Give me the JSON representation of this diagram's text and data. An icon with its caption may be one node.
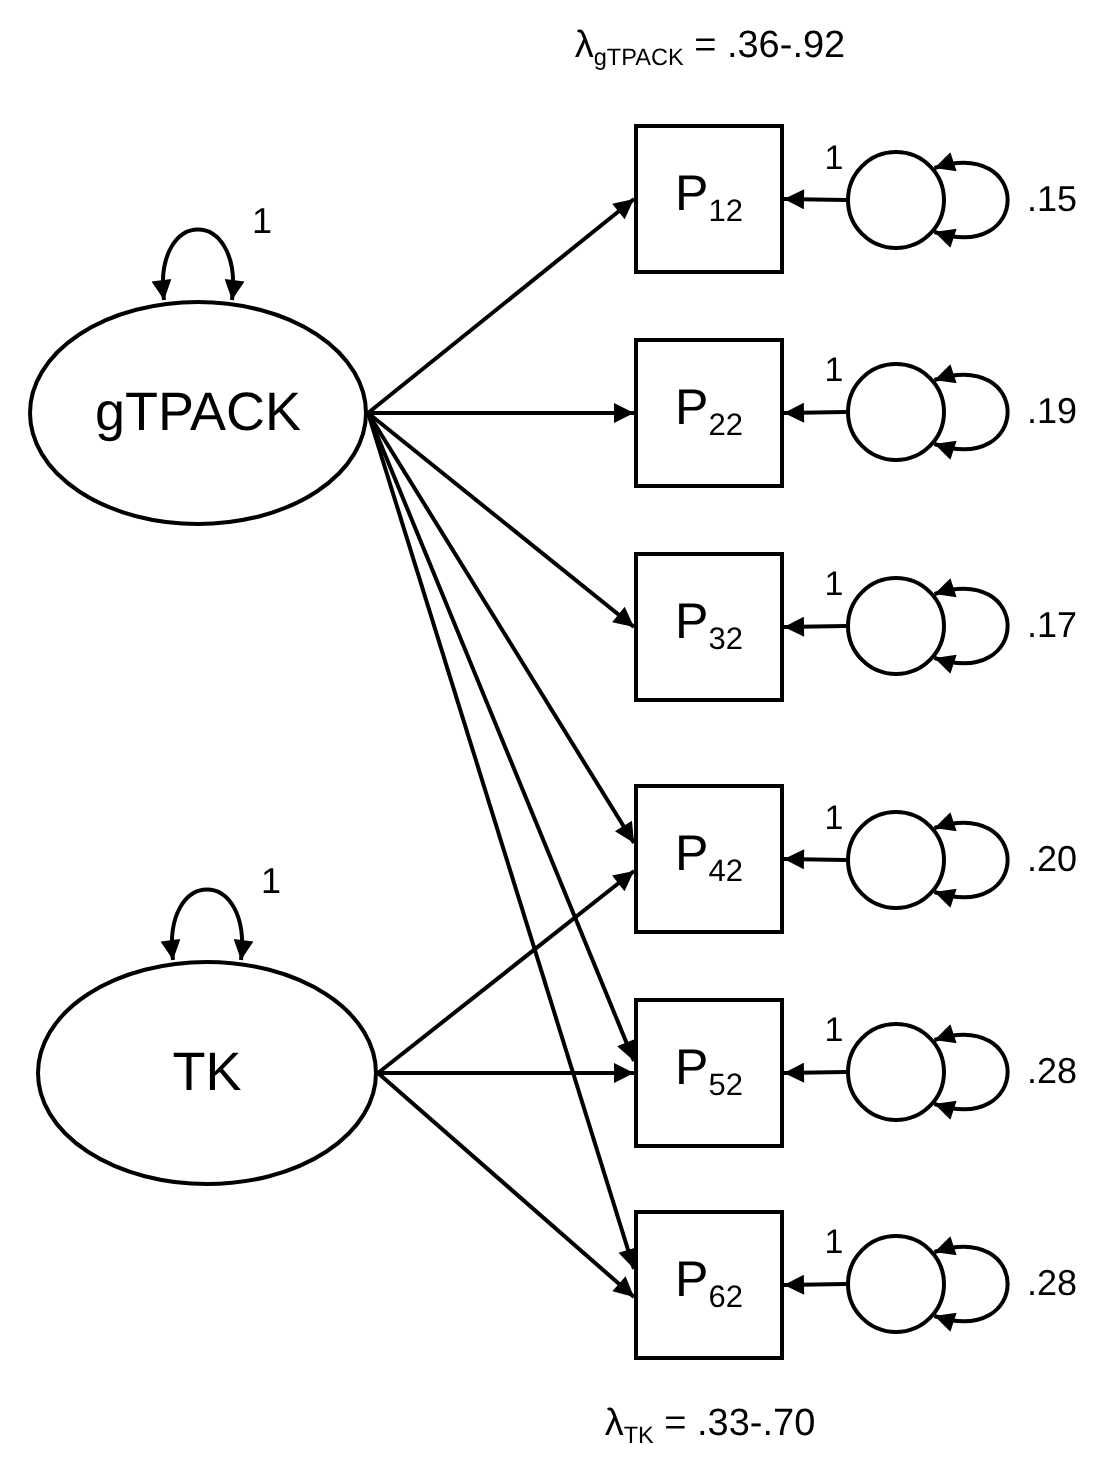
{
  "diagram": {
    "nodes": [
      {
        "text": [
          "gTPACK"
        ]
      },
      {
        "text": [
          "TK"
        ]
      },
      {
        "text": [
          "P$_{12}$"
        ]
      },
      {
        "text": [
          "P$_{22}$"
        ]
      },
      {
        "text": [
          "P$_{32}$"
        ]
      },
      {
        "text": [
          "P$_{42}$"
        ]
      },
      {
        "text": [
          "P$_{52}$"
        ]
      },
      {
        "text": [
          "P$_{62}$"
        ]
      },
      {
        "text": [],
        "shape": "circle"
      },
      {
        "text": [],
        "shape": "circle"
      },
      {
        "text": [],
        "shape": "circle"
      },
      {
        "text": [],
        "shape": "circle"
      },
      {
        "text": [],
        "shape": "circle"
      },
      {
        "text": [],
        "shape": "circle"
      }
    ],
    "edges": [
      {
        "from": 0,
        "to": 0,
        "arrow": "both",
        "label": "1"
      },
      {
        "from": 1,
        "to": 1,
        "arrow": "both",
        "label": "1"
      },
      {
        "from": 0,
        "to": 2,
        "arrow": "to"
      },
      {
        "from": 0,
        "to": 3,
        "arrow": "to"
      },
      {
        "from": 0,
        "to": 4,
        "arrow": "to"
      },
      {
        "from": 0,
        "to": 5,
        "arrow": "to"
      },
      {
        "from": 0,
        "to": 6,
        "arrow": "to"
      },
      {
        "from": 0,
        "to": 7,
        "arrow": "to"
      },
      {
        "from": 1,
        "to": 5,
        "arrow": "to"
      },
      {
        "from": 1,
        "to": 6,
        "arrow": "to"
      },
      {
        "from": 1,
        "to": 7,
        "arrow": "to"
      },
      {
        "from": 8,
        "to": 2,
        "arrow": "to",
        "label": "1"
      },
      {
        "from": 9,
        "to": 3,
        "arrow": "to",
        "label": "1"
      },
      {
        "from": 10,
        "to": 4,
        "arrow": "to",
        "label": "1"
      },
      {
        "from": 11,
        "to": 5,
        "arrow": "to",
        "label": "1"
      },
      {
        "from": 12,
        "to": 6,
        "arrow": "to",
        "label": "1"
      },
      {
        "from": 13,
        "to": 7,
        "arrow": "to",
        "label": "1"
      },
      {
        "from": 8,
        "to": 8,
        "arrow": "both",
        "label": ".15"
      },
      {
        "from": 9,
        "to": 9,
        "arrow": "both",
        "label": ".19"
      },
      {
        "from": 10,
        "to": 10,
        "arrow": "both",
        "label": ".17"
      },
      {
        "from": 11,
        "to": 11,
        "arrow": "both",
        "label": ".20"
      },
      {
        "from": 12,
        "to": 12,
        "arrow": "both",
        "label": ".28"
      },
      {
        "from": 13,
        "to": 13,
        "arrow": "both",
        "label": ".28"
      }
    ],
    "labels": [
      "λ$_{gTPACK}$ = .36-.92",
      "λ$_{TK}$ = .33-.70"
    ]
  }
}
